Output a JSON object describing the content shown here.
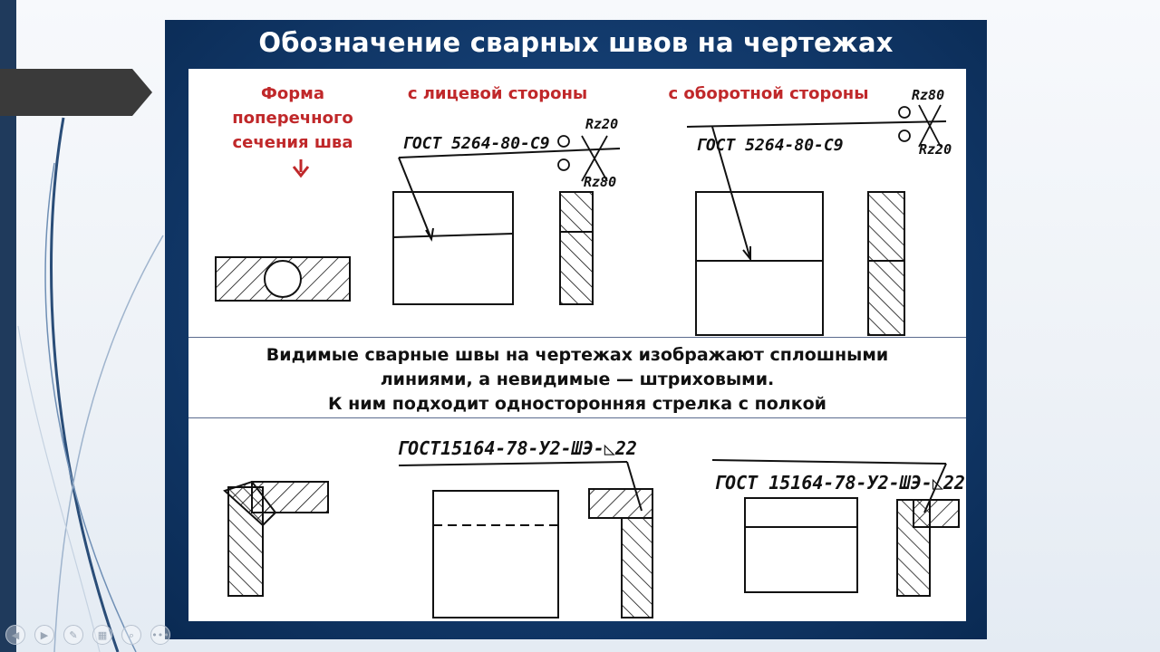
{
  "slide": {
    "title": "Обозначение сварных швов на чертежах",
    "col_heading_1": [
      "Форма",
      "поперечного",
      "сечения шва"
    ],
    "col_heading_2": "с лицевой стороны",
    "col_heading_3": "с оборотной стороны",
    "gost_front": "ГОСТ 5264-80-С9",
    "gost_back": "ГОСТ 5264-80-С9",
    "rz20_a": "Rz20",
    "rz80_a": "Rz80",
    "rz80_b": "Rz80",
    "rz20_b": "Rz20",
    "caption_line_1": "Видимые сварные швы на чертежах изображают сплошными",
    "caption_line_2": "линиями, а невидимые — штриховыми.",
    "caption_line_3": "К ним подходит односторонняя стрелка с полкой",
    "gost_bot_1": "ГОСТ15164-78-У2-ШЭ-◺22",
    "gost_bot_2": "ГОСТ 15164-78-У2-ШЭ-◺22"
  },
  "toolbar": {
    "buttons": [
      "prev",
      "play",
      "pen",
      "slides",
      "zoom",
      "more"
    ],
    "more_label": "•••"
  },
  "colors": {
    "slide_bg": "#123a6c",
    "heading_red": "#c0282a",
    "left_bar": "#1f3a5c"
  }
}
